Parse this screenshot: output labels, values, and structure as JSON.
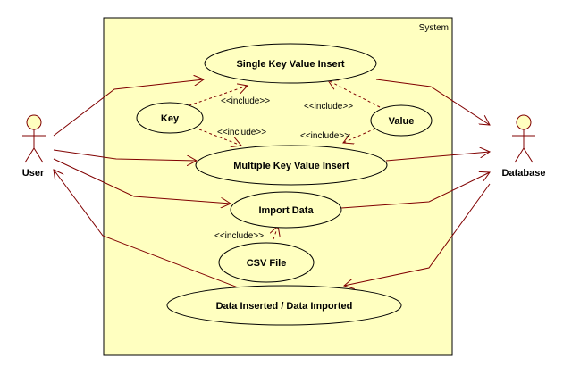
{
  "system": {
    "label": "System"
  },
  "actors": {
    "user": "User",
    "database": "Database"
  },
  "use_cases": {
    "single_insert": "Single Key Value Insert",
    "key": "Key",
    "value": "Value",
    "multiple_insert": "Multiple Key Value Insert",
    "import_data": "Import Data",
    "csv_file": "CSV File",
    "data_inserted": "Data Inserted / Data Imported"
  },
  "include_labels": {
    "key_to_single": "<<include>>",
    "value_to_single": "<<include>>",
    "key_to_multiple": "<<include>>",
    "value_to_multiple": "<<include>>",
    "csv_to_import": "<<include>>"
  },
  "colors": {
    "system_fill": "#ffffc0",
    "use_case_fill": "#ffffc0",
    "line": "#800000",
    "border": "#000000"
  }
}
